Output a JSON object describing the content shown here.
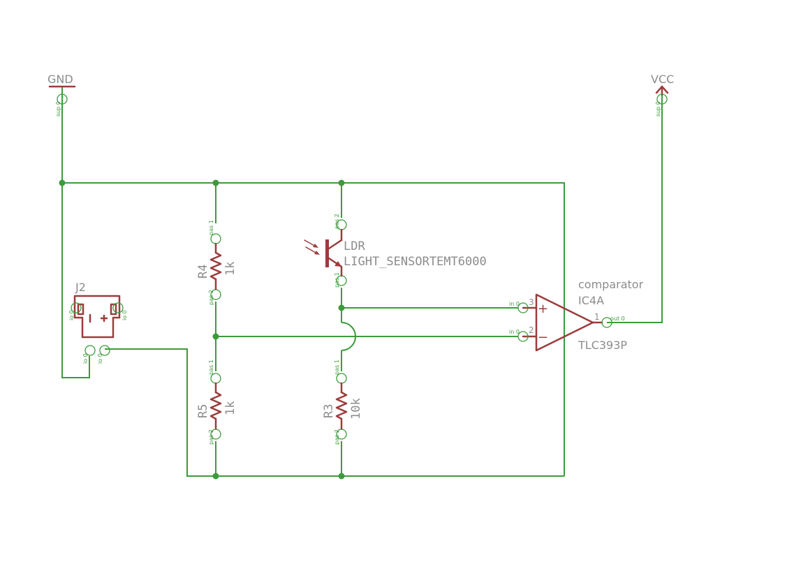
{
  "power": {
    "gnd": {
      "label": "GND",
      "pin": "sup 0"
    },
    "vcc": {
      "label": "VCC",
      "pin": "sup 0"
    }
  },
  "connector": {
    "name": "J2",
    "pin_left": "io 0",
    "pin_right": "io 0",
    "pin_bottom_left": "io 0",
    "pin_bottom_right": "io 0",
    "minus": "-",
    "plus": "+"
  },
  "r4": {
    "name": "R4",
    "value": "1k",
    "pin_top": "pas 1",
    "pin_bottom": "pas 2"
  },
  "r5": {
    "name": "R5",
    "value": "1k",
    "pin_top": "pas 1",
    "pin_bottom": "pas 2"
  },
  "r3": {
    "name": "R3",
    "value": "10k",
    "pin_top": "pas 1",
    "pin_bottom": "pas 2"
  },
  "ldr": {
    "name": "LDR",
    "value": "LIGHT_SENSORTEMT6000",
    "pin_top": "pas 2",
    "pin_bottom": "pas 1"
  },
  "comparator": {
    "name": "comparator",
    "instance": "IC4A",
    "value": "TLC393P",
    "pin_plus_label": "in 0",
    "pin_plus_num": "3",
    "pin_minus_label": "in 0",
    "pin_minus_num": "2",
    "pin_out_label": "out 0",
    "pin_out_num": "1",
    "plus_sign": "+",
    "minus_sign": "−"
  },
  "colors": {
    "wire": "#3c9b3c",
    "part": "#9b3c3c",
    "label": "#8c8c8c"
  }
}
